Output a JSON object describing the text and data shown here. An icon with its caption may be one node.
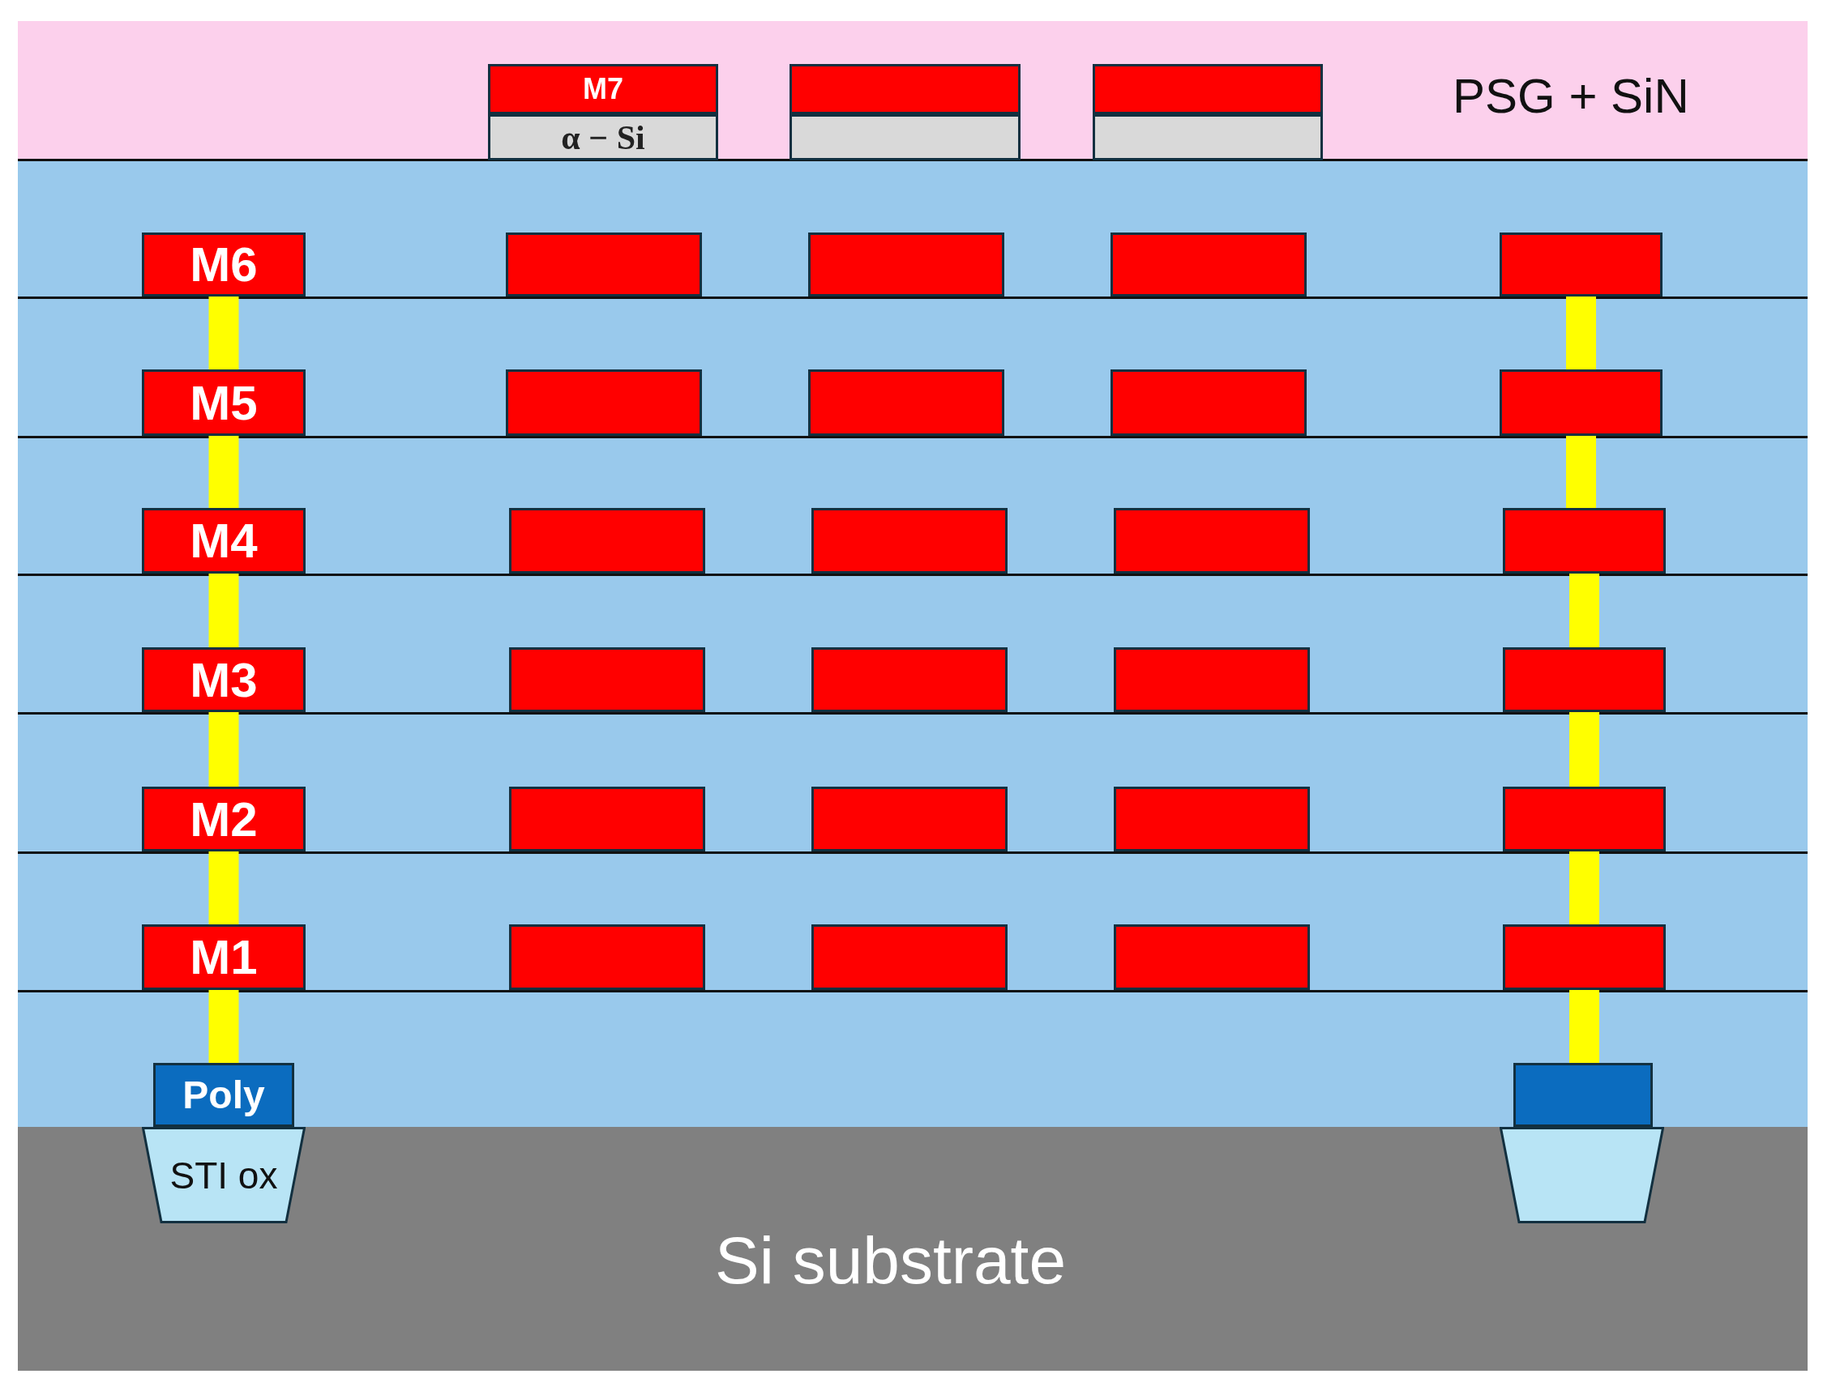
{
  "diagram": {
    "nodes": [
      {
        "text": [
          "PSG + SiN"
        ]
      },
      {
        "text": [
          "M7"
        ],
        "in": 0
      },
      {
        "text": [],
        "shape": "box",
        "in": 0
      },
      {
        "text": [],
        "shape": "box",
        "in": 0
      },
      {
        "text": [
          "α − Si"
        ],
        "in": 0
      },
      {
        "text": [],
        "shape": "box",
        "in": 0
      },
      {
        "text": [],
        "shape": "box",
        "in": 0
      },
      {
        "text": [
          "M6"
        ]
      },
      {
        "text": [],
        "shape": "box"
      },
      {
        "text": [],
        "shape": "box"
      },
      {
        "text": [],
        "shape": "box"
      },
      {
        "text": [],
        "shape": "box"
      },
      {
        "text": [
          "M5"
        ]
      },
      {
        "text": [],
        "shape": "box"
      },
      {
        "text": [],
        "shape": "box"
      },
      {
        "text": [],
        "shape": "box"
      },
      {
        "text": [],
        "shape": "box"
      },
      {
        "text": [
          "M4"
        ]
      },
      {
        "text": [],
        "shape": "box"
      },
      {
        "text": [],
        "shape": "box"
      },
      {
        "text": [],
        "shape": "box"
      },
      {
        "text": [],
        "shape": "box"
      },
      {
        "text": [
          "M3"
        ]
      },
      {
        "text": [],
        "shape": "box"
      },
      {
        "text": [],
        "shape": "box"
      },
      {
        "text": [],
        "shape": "box"
      },
      {
        "text": [],
        "shape": "box"
      },
      {
        "text": [
          "M2"
        ]
      },
      {
        "text": [],
        "shape": "box"
      },
      {
        "text": [],
        "shape": "box"
      },
      {
        "text": [],
        "shape": "box"
      },
      {
        "text": [],
        "shape": "box"
      },
      {
        "text": [
          "M1"
        ]
      },
      {
        "text": [],
        "shape": "box"
      },
      {
        "text": [],
        "shape": "box"
      },
      {
        "text": [],
        "shape": "box"
      },
      {
        "text": [],
        "shape": "box"
      },
      {
        "text": [
          "Poly"
        ]
      },
      {
        "text": [],
        "shape": "box"
      },
      {
        "text": [
          "Si substrate"
        ]
      },
      {
        "text": [
          "STI ox"
        ],
        "in": 39
      },
      {
        "text": [],
        "shape": "trapezoid",
        "in": 39
      }
    ],
    "edges": [
      {
        "from": 7,
        "to": 12,
        "arrow": "none"
      },
      {
        "from": 12,
        "to": 17,
        "arrow": "none"
      },
      {
        "from": 17,
        "to": 22,
        "arrow": "none"
      },
      {
        "from": 22,
        "to": 27,
        "arrow": "none"
      },
      {
        "from": 27,
        "to": 32,
        "arrow": "none"
      },
      {
        "from": 32,
        "to": 37,
        "arrow": "none"
      },
      {
        "from": 11,
        "to": 16,
        "arrow": "none"
      },
      {
        "from": 16,
        "to": 21,
        "arrow": "none"
      },
      {
        "from": 21,
        "to": 26,
        "arrow": "none"
      },
      {
        "from": 26,
        "to": 31,
        "arrow": "none"
      },
      {
        "from": 31,
        "to": 36,
        "arrow": "none"
      },
      {
        "from": 36,
        "to": 38,
        "arrow": "none"
      }
    ]
  }
}
